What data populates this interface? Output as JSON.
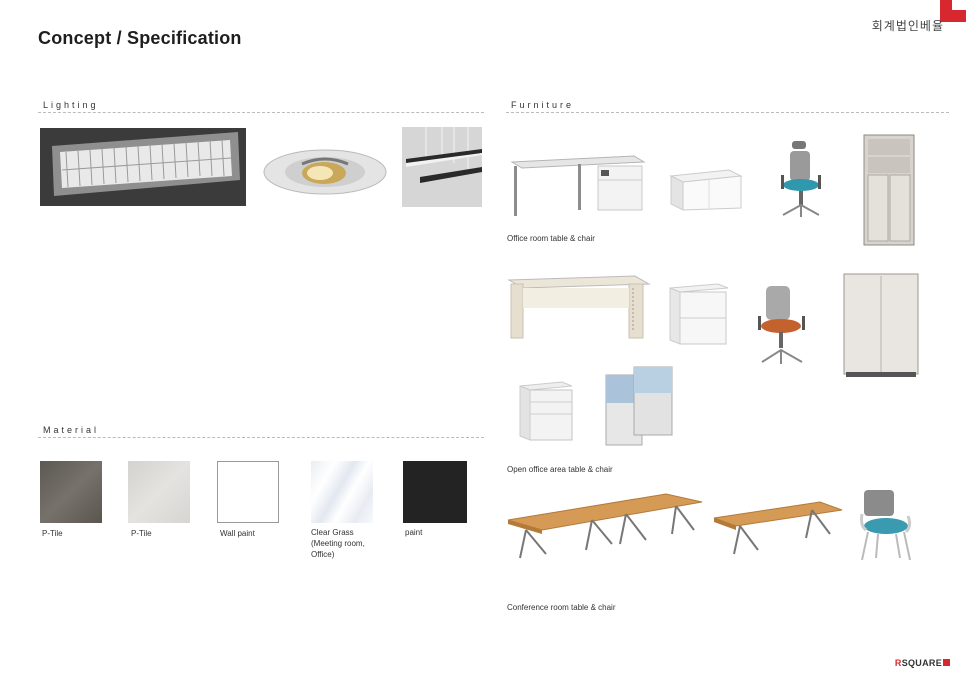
{
  "header": {
    "title": "Concept / Specification",
    "firm": "회계법인베율"
  },
  "sections": {
    "lighting": "Lighting",
    "material": "Material",
    "furniture": "Furniture"
  },
  "materials": [
    {
      "label": "P-Tile",
      "color": "#66625c"
    },
    {
      "label": "P-Tile",
      "color": "#dcdbd7"
    },
    {
      "label": "Wall paint",
      "color": "#ffffff"
    },
    {
      "label": "Clear Grass\n(Meeting room,\nOffice)",
      "color": "#eef1f5"
    },
    {
      "label": "paint",
      "color": "#232323"
    }
  ],
  "furniture_captions": {
    "office": "Office room table & chair",
    "open_office": "Open office area table & chair",
    "conference": "Conference room table & chair"
  },
  "footer": {
    "logo_r": "R",
    "logo_rest": "SQUARE"
  },
  "colors": {
    "brand_red": "#d7282f",
    "wood": "#d59a55",
    "chair_teal": "#3a9ab0",
    "chair_orange": "#c4622d"
  }
}
